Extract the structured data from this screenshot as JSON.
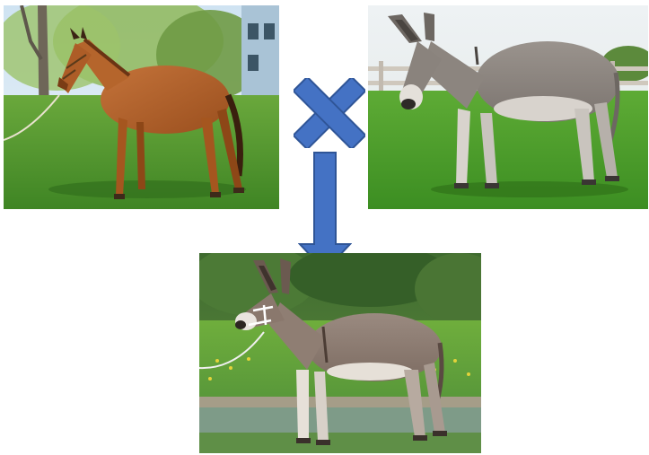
{
  "diagram": {
    "type": "cross-breeding",
    "parents": [
      {
        "subject": "horse-mare",
        "coat": "chestnut"
      },
      {
        "subject": "donkey-jack",
        "coat": "grey"
      }
    ],
    "offspring": {
      "subject": "mule",
      "coat": "grey-brown"
    },
    "operator_icon": "cross-icon",
    "result_icon": "down-arrow-icon"
  },
  "colors": {
    "connector": "#4472c4",
    "connector_stroke": "#2f5597",
    "grass": "#4f9a2e",
    "sky": "#cfe3f2",
    "horse_coat": "#b0612a",
    "donkey_coat": "#8a8480",
    "mule_coat": "#8c7a70"
  }
}
